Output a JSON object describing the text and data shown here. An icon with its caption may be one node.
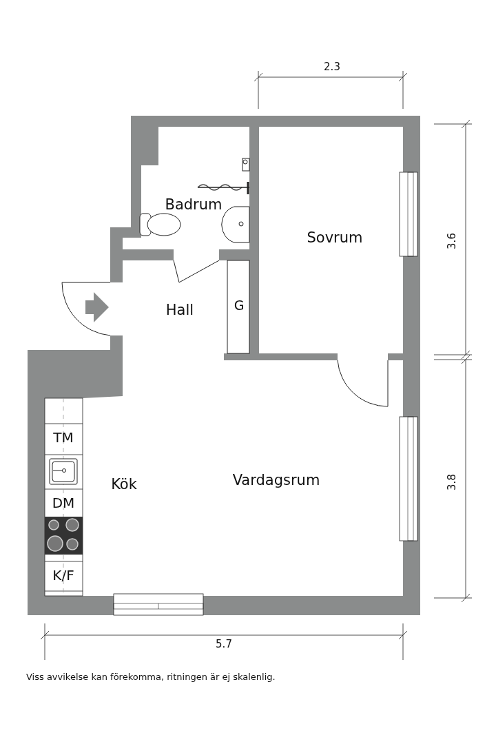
{
  "diagram": {
    "caption": "Viss avvikelse kan förekomma, ritningen är ej skalenlig.",
    "labels": [
      "2.3",
      "Badrum",
      "Sovrum",
      "3.6",
      "Hall",
      "G",
      "TM",
      "Kök",
      "Vardagsrum",
      "3.8",
      "DM",
      "K/F",
      "5.7"
    ]
  }
}
